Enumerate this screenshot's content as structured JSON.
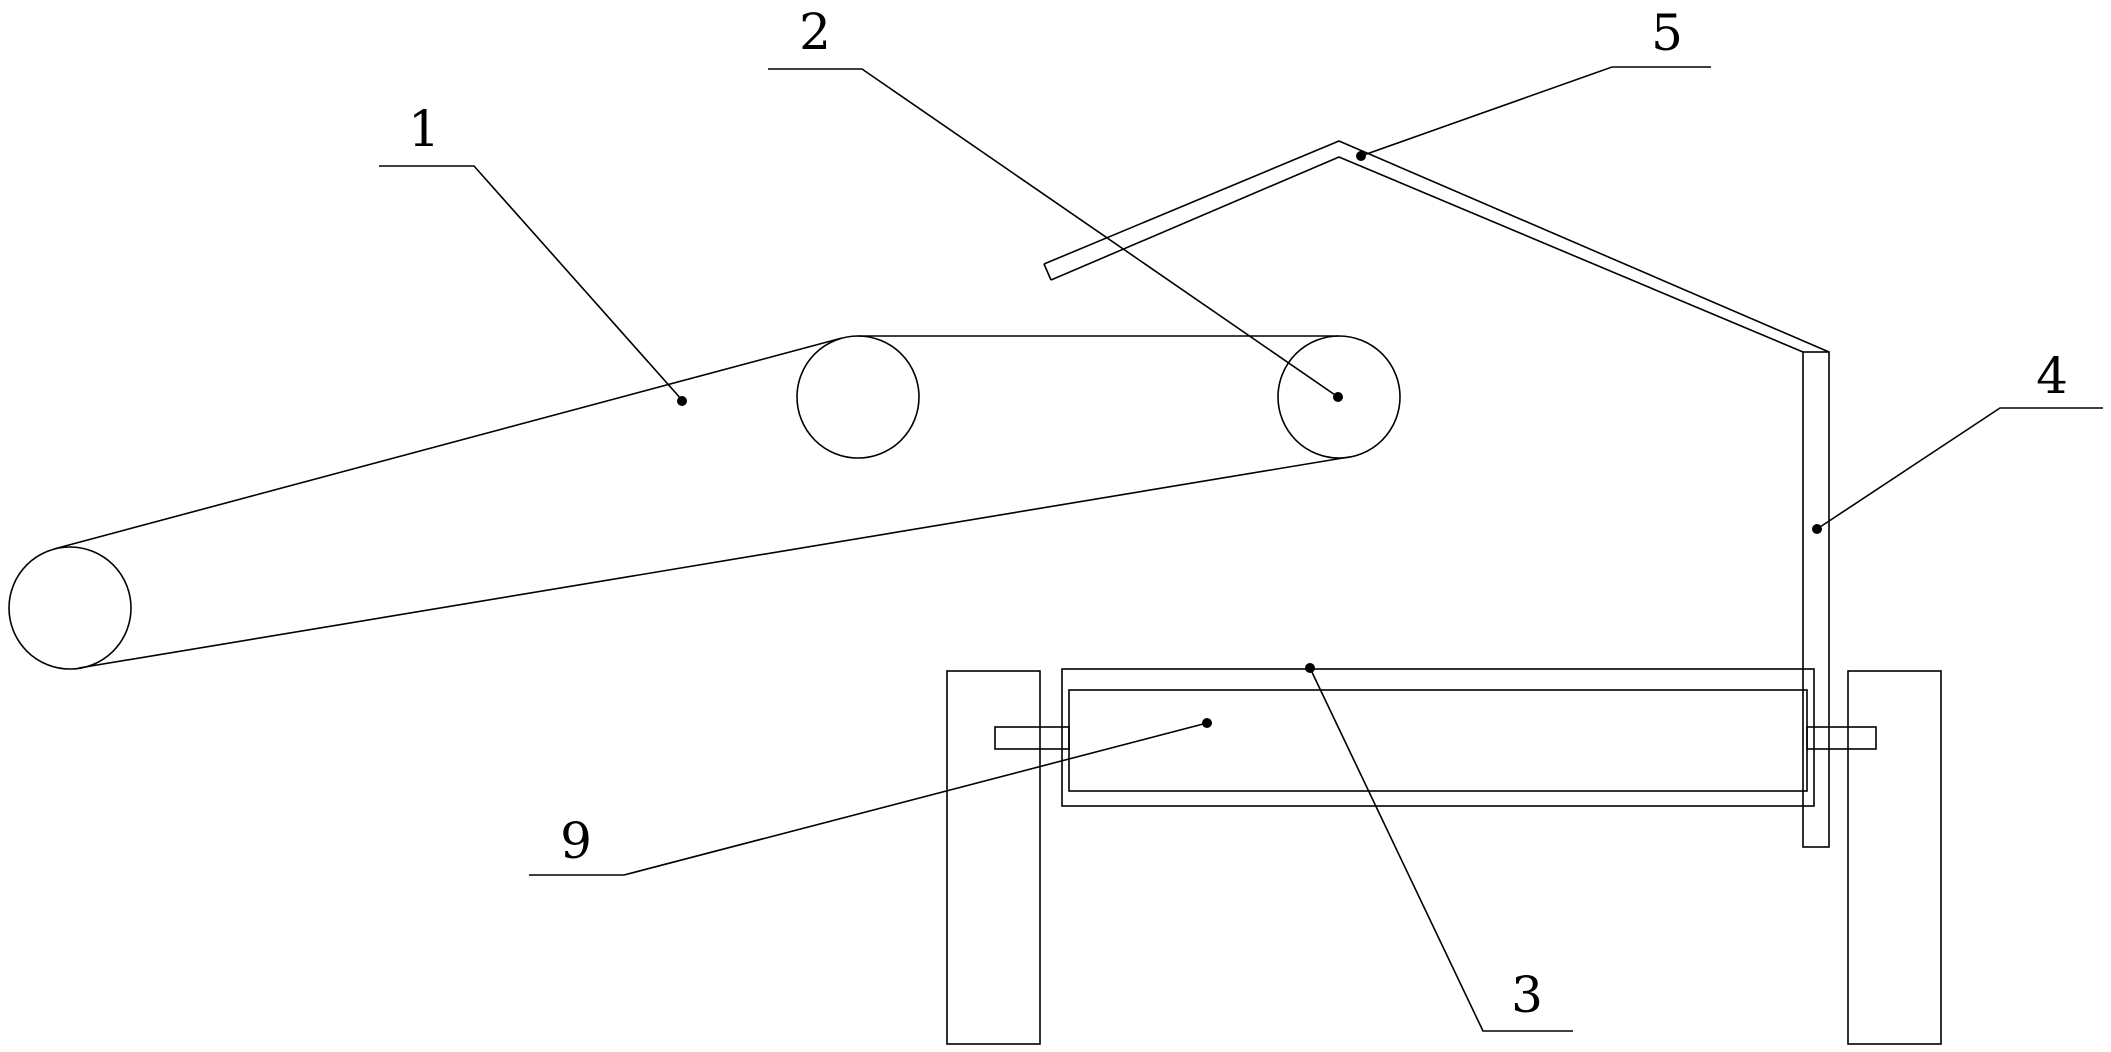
{
  "labels": {
    "l1": "1",
    "l2": "2",
    "l3": "3",
    "l4": "4",
    "l5": "5",
    "l9": "9"
  }
}
